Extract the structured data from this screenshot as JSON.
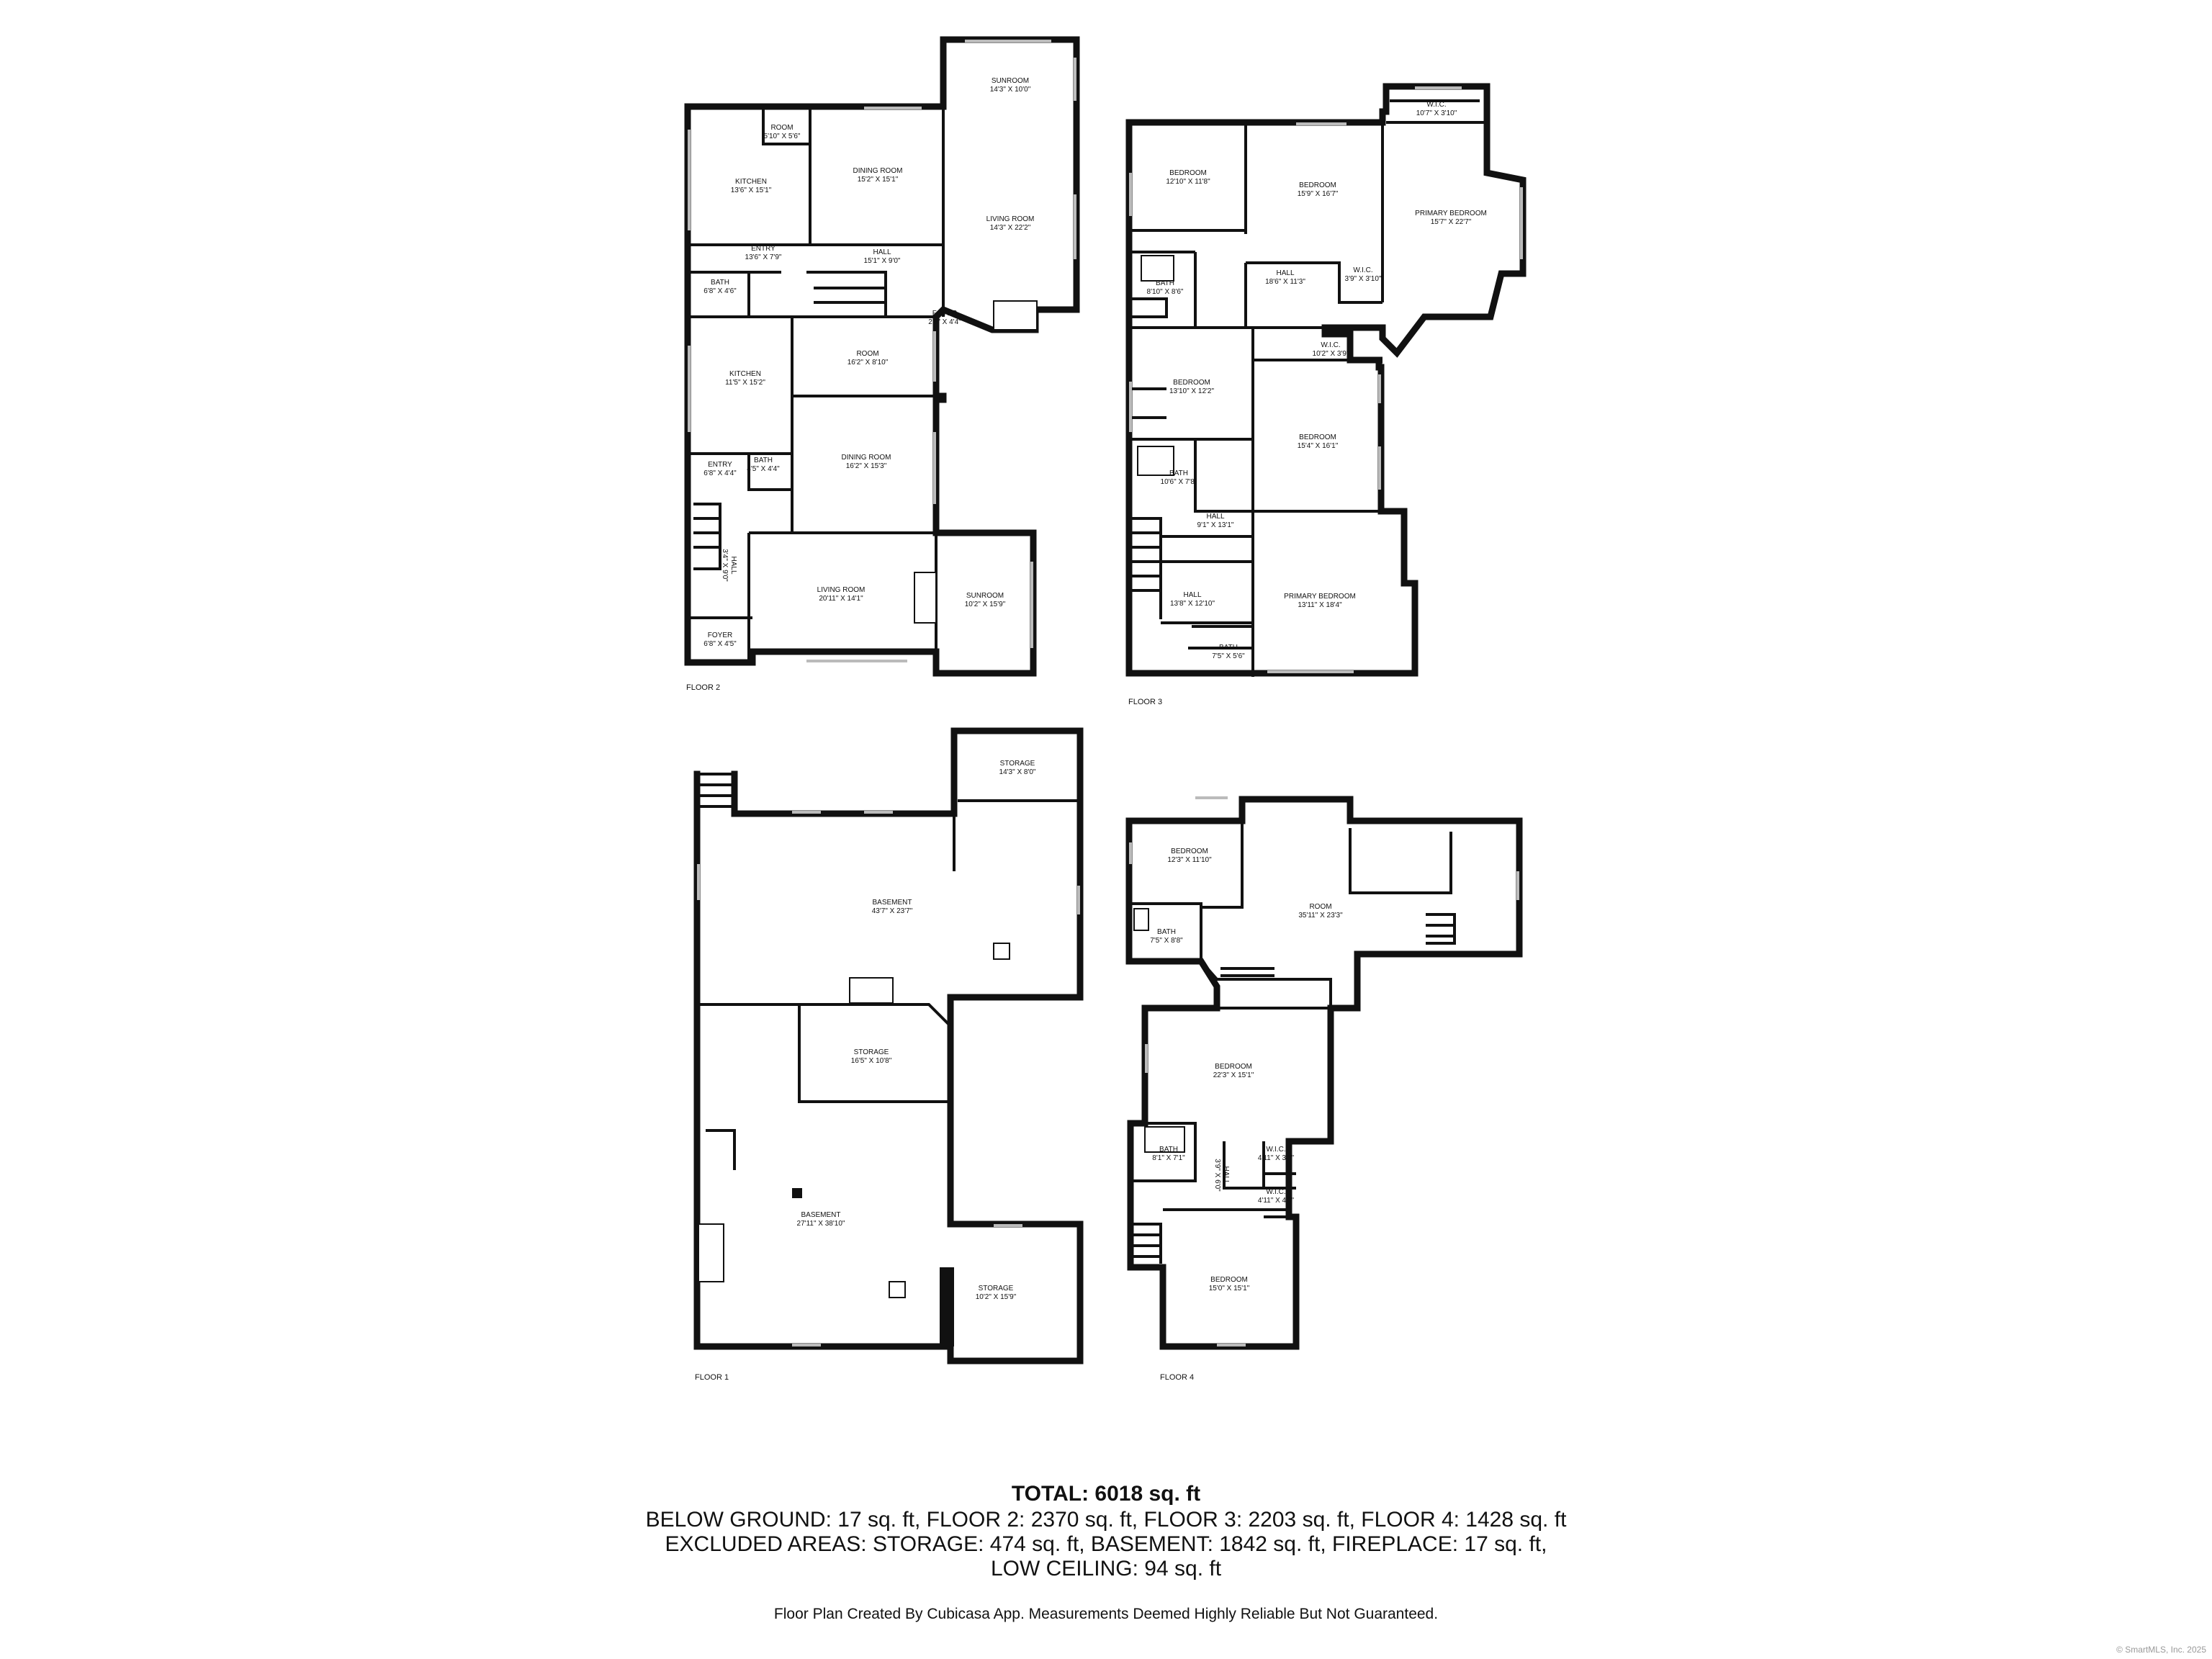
{
  "floors": [
    {
      "label": "FLOOR 2",
      "rooms": [
        {
          "name": "ROOM",
          "dims": "5'10\" X 5'6\""
        },
        {
          "name": "KITCHEN",
          "dims": "13'6\" X 15'1\""
        },
        {
          "name": "DINING ROOM",
          "dims": "15'2\" X 15'1\""
        },
        {
          "name": "SUNROOM",
          "dims": "14'3\" X 10'0\""
        },
        {
          "name": "LIVING ROOM",
          "dims": "14'3\" X 22'2\""
        },
        {
          "name": "ENTRY",
          "dims": "13'6\" X 7'9\""
        },
        {
          "name": "HALL",
          "dims": "15'1\" X 9'0\""
        },
        {
          "name": "BATH",
          "dims": "6'8\" X 4'6\""
        },
        {
          "name": "FOYER",
          "dims": "2'6\" X 4'4\""
        },
        {
          "name": "KITCHEN",
          "dims": "11'5\" X 15'2\""
        },
        {
          "name": "ROOM",
          "dims": "16'2\" X 8'10\""
        },
        {
          "name": "ENTRY",
          "dims": "6'8\" X 4'4\""
        },
        {
          "name": "BATH",
          "dims": "4'5\" X 4'4\""
        },
        {
          "name": "DINING ROOM",
          "dims": "16'2\" X 15'3\""
        },
        {
          "name": "HALL",
          "dims": "3'4\" X 9'0\""
        },
        {
          "name": "LIVING ROOM",
          "dims": "20'11\" X 14'1\""
        },
        {
          "name": "SUNROOM",
          "dims": "10'2\" X 15'9\""
        },
        {
          "name": "FOYER",
          "dims": "6'8\" X 4'5\""
        }
      ]
    },
    {
      "label": "FLOOR 3",
      "rooms": [
        {
          "name": "W.I.C.",
          "dims": "10'7\" X 3'10\""
        },
        {
          "name": "BEDROOM",
          "dims": "12'10\" X 11'8\""
        },
        {
          "name": "BEDROOM",
          "dims": "15'9\" X 16'7\""
        },
        {
          "name": "PRIMARY BEDROOM",
          "dims": "15'7\" X 22'7\""
        },
        {
          "name": "BATH",
          "dims": "8'10\" X 8'6\""
        },
        {
          "name": "HALL",
          "dims": "18'6\" X 11'3\""
        },
        {
          "name": "W.I.C.",
          "dims": "3'9\" X 3'10\""
        },
        {
          "name": "W.I.C.",
          "dims": "10'2\" X 3'9\""
        },
        {
          "name": "BEDROOM",
          "dims": "13'10\" X 12'2\""
        },
        {
          "name": "BEDROOM",
          "dims": "15'4\" X 16'1\""
        },
        {
          "name": "BATH",
          "dims": "10'6\" X 7'8\""
        },
        {
          "name": "HALL",
          "dims": "9'1\" X 13'1\""
        },
        {
          "name": "HALL",
          "dims": "13'8\" X 12'10\""
        },
        {
          "name": "PRIMARY BEDROOM",
          "dims": "13'11\" X 18'4\""
        },
        {
          "name": "BATH",
          "dims": "7'5\" X 5'6\""
        }
      ]
    },
    {
      "label": "FLOOR 1",
      "rooms": [
        {
          "name": "STORAGE",
          "dims": "14'3\" X 8'0\""
        },
        {
          "name": "BASEMENT",
          "dims": "43'7\" X 23'7\""
        },
        {
          "name": "STORAGE",
          "dims": "16'5\" X 10'8\""
        },
        {
          "name": "BASEMENT",
          "dims": "27'11\" X 38'10\""
        },
        {
          "name": "STORAGE",
          "dims": "10'2\" X 15'9\""
        }
      ]
    },
    {
      "label": "FLOOR 4",
      "rooms": [
        {
          "name": "BEDROOM",
          "dims": "12'3\" X 11'10\""
        },
        {
          "name": "BATH",
          "dims": "7'5\" X 8'8\""
        },
        {
          "name": "ROOM",
          "dims": "35'11\" X 23'3\""
        },
        {
          "name": "BEDROOM",
          "dims": "22'3\" X 15'1\""
        },
        {
          "name": "BATH",
          "dims": "8'1\" X 7'1\""
        },
        {
          "name": "HALL",
          "dims": "3'9\" X 6'0\""
        },
        {
          "name": "W.I.C.",
          "dims": "4'11\" X 3'8\""
        },
        {
          "name": "W.I.C.",
          "dims": "4'11\" X 4'0\""
        },
        {
          "name": "BEDROOM",
          "dims": "15'0\" X 15'1\""
        }
      ]
    }
  ],
  "summary": {
    "total": "TOTAL: 6018 sq. ft",
    "line1": "BELOW GROUND: 17 sq. ft, FLOOR 2: 2370 sq. ft, FLOOR 3: 2203 sq. ft, FLOOR 4: 1428 sq. ft",
    "line2": "EXCLUDED AREAS: STORAGE: 474 sq. ft, BASEMENT: 1842 sq. ft, FIREPLACE: 17 sq. ft,",
    "line3": "LOW CEILING: 94 sq. ft"
  },
  "credit": "Floor Plan Created By Cubicasa App. Measurements Deemed Highly Reliable But Not Guaranteed.",
  "copyright": "© SmartMLS, Inc. 2025"
}
